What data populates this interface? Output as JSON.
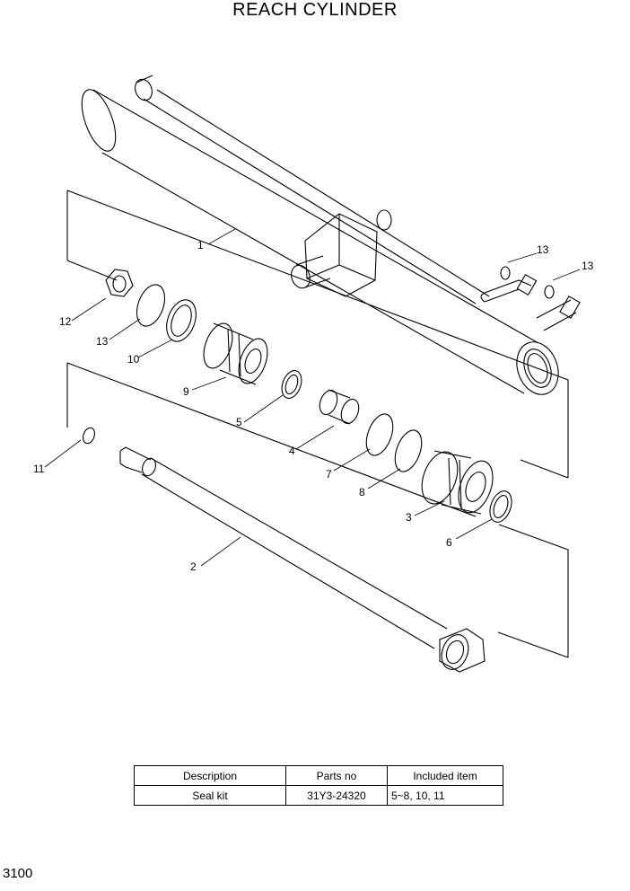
{
  "title": "REACH CYLINDER",
  "page_number": "3100",
  "callouts": {
    "c1": "1",
    "c2": "2",
    "c3": "3",
    "c4": "4",
    "c5": "5",
    "c6": "6",
    "c7": "7",
    "c8": "8",
    "c9": "9",
    "c10": "10",
    "c11": "11",
    "c12": "12",
    "c13a": "13",
    "c13b": "13",
    "c13c": "13"
  },
  "parts_table": {
    "headers": [
      "Description",
      "Parts no",
      "Included item"
    ],
    "rows": [
      [
        "Seal kit",
        "31Y3-24320",
        "5~8, 10, 11"
      ]
    ]
  }
}
